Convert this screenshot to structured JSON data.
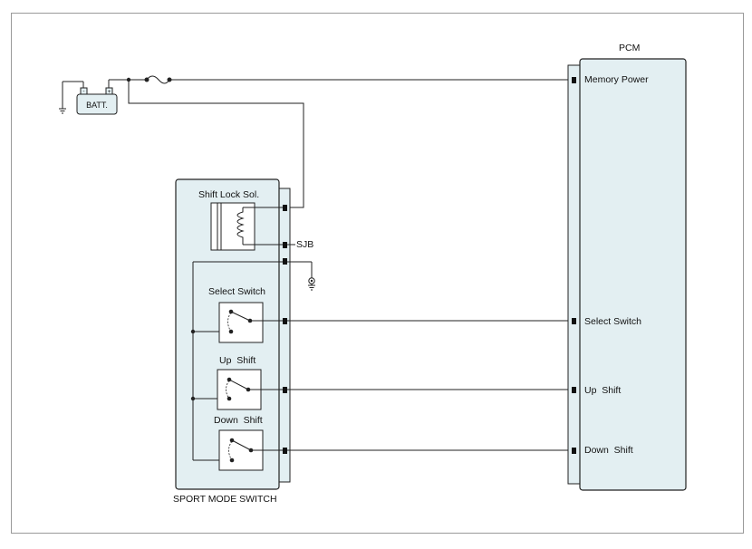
{
  "battery": {
    "label": "BATT."
  },
  "pcm": {
    "title": "PCM",
    "pins": {
      "memory_power": "Memory Power",
      "select_switch": "Select Switch",
      "up_shift": "Up  Shift",
      "down_shift": "Down  Shift"
    }
  },
  "sport_mode_switch": {
    "title": "SPORT MODE SWITCH",
    "shift_lock": "Shift Lock Sol.",
    "select_switch": "Select Switch",
    "up_shift": "Up  Shift",
    "down_shift": "Down  Shift"
  },
  "sjb": {
    "label": "SJB"
  },
  "colors": {
    "module_fill": "#e3eff2",
    "stroke": "#222222"
  }
}
